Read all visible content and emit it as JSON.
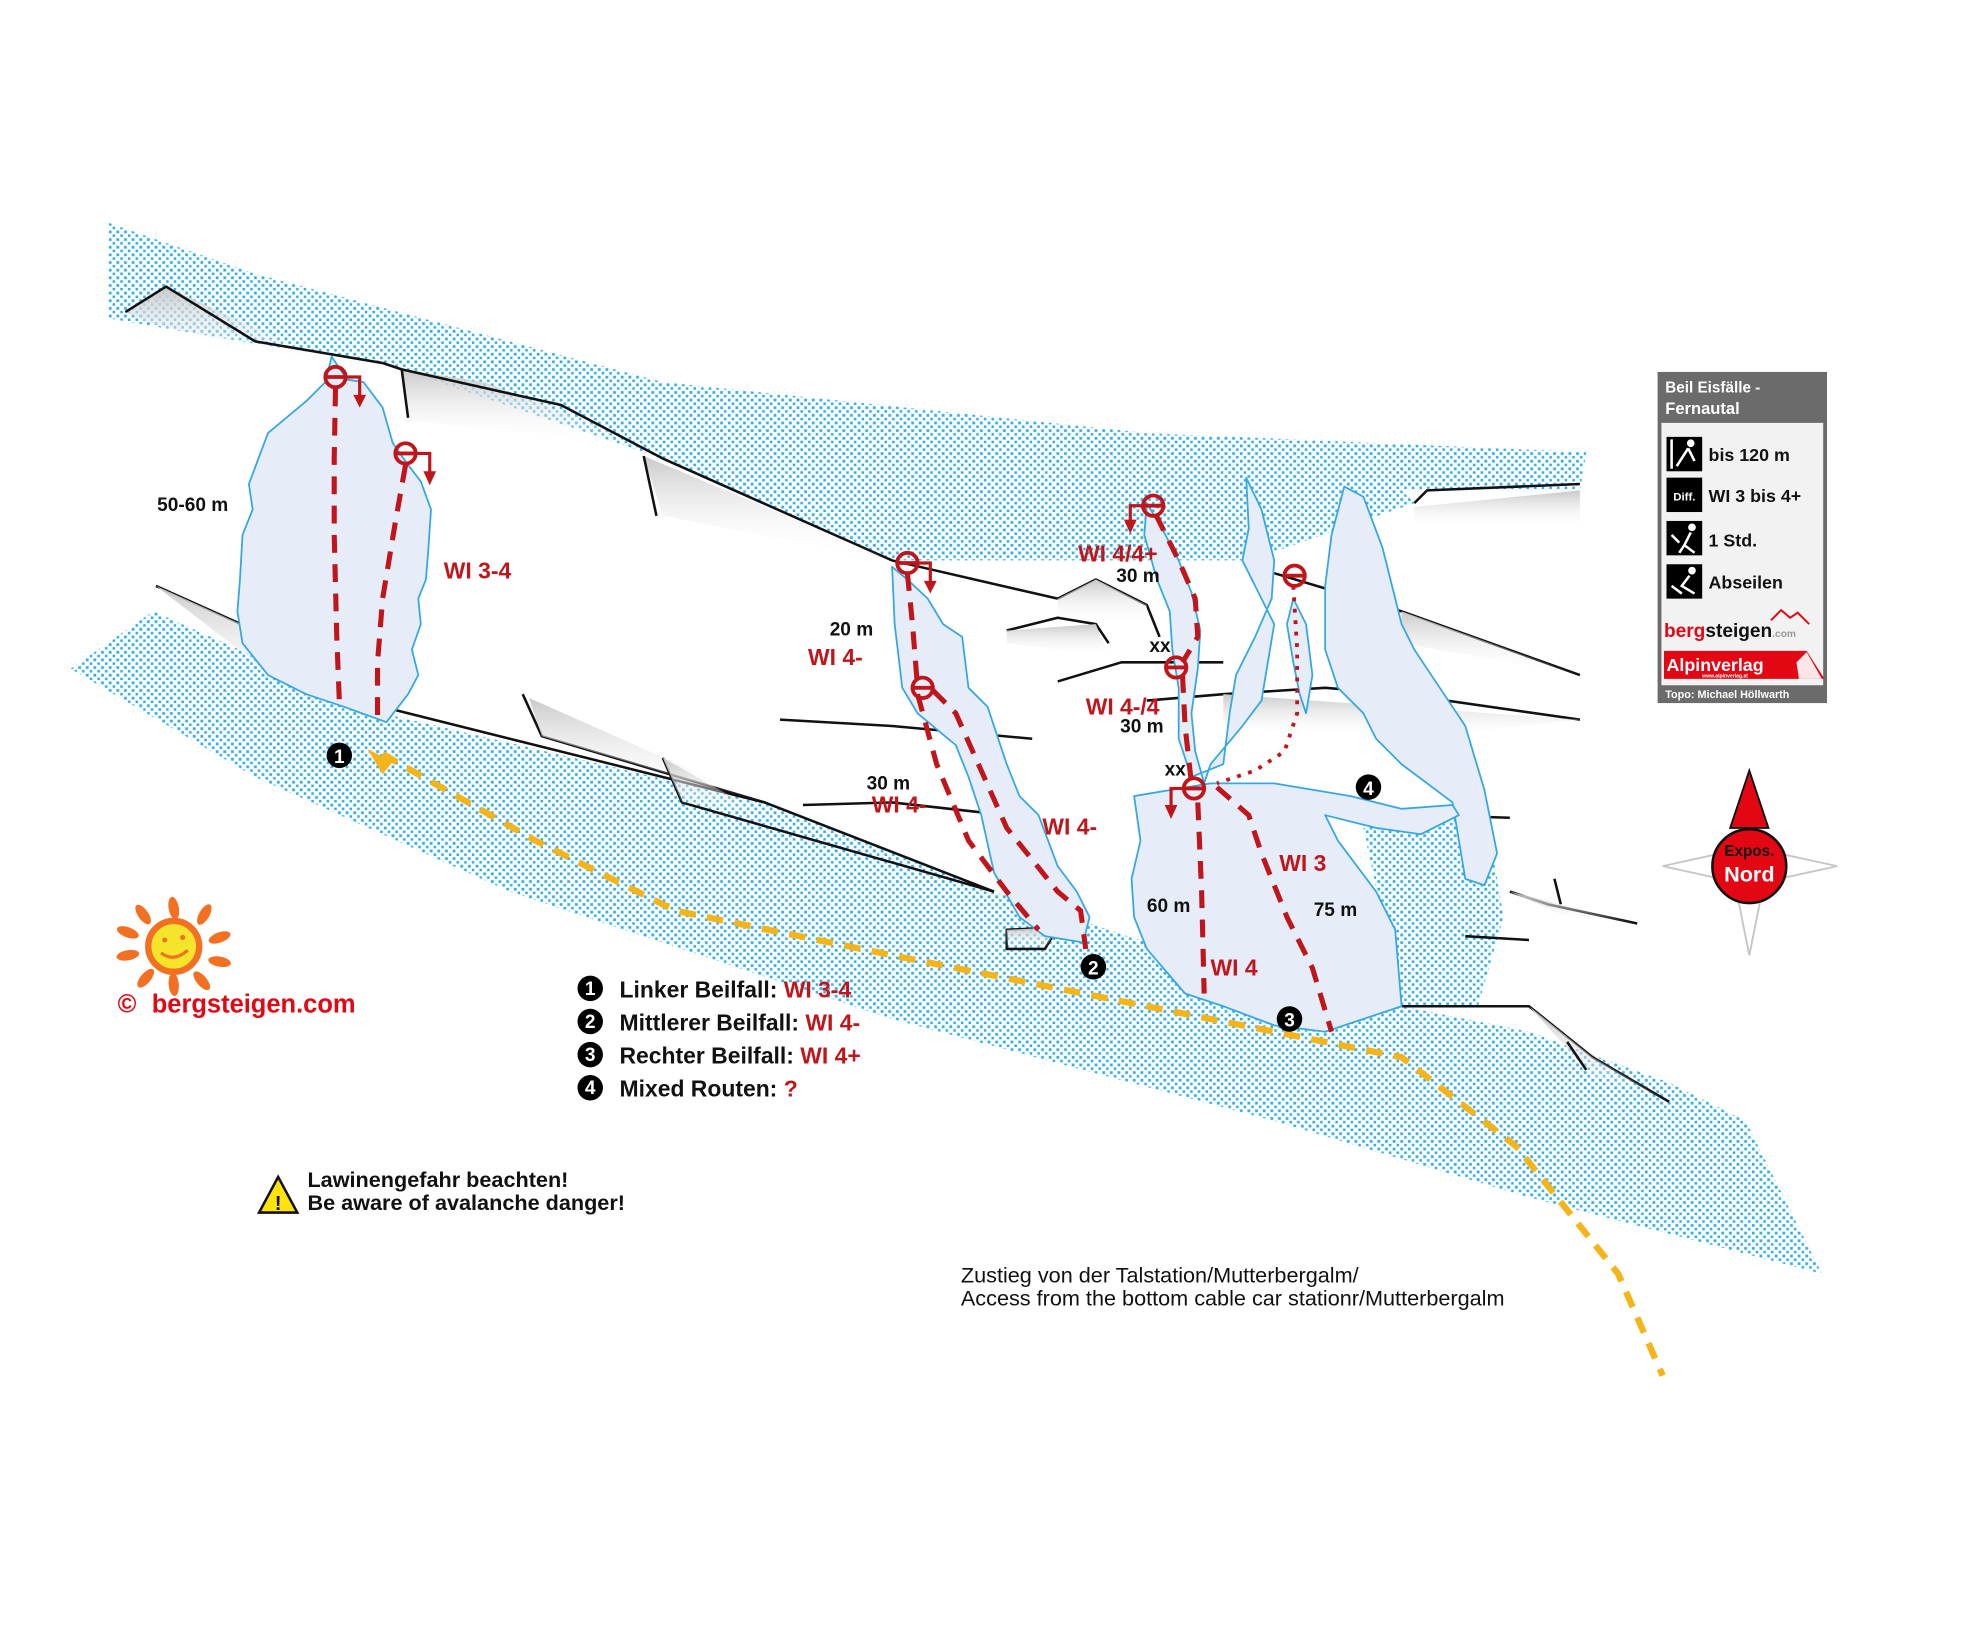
{
  "title": "Beil Eisfälle - Fernautal",
  "infobox": {
    "title_line1": "Beil Eisfälle -",
    "title_line2": "Fernautal",
    "rows": [
      {
        "icon": "climber-icon",
        "text": "bis 120 m"
      },
      {
        "icon": "difficulty-icon",
        "icon_text": "Diff.",
        "text": "WI 3 bis 4+"
      },
      {
        "icon": "approach-hiker-icon",
        "text": "1 Std."
      },
      {
        "icon": "descent-abseil-icon",
        "text": "Abseilen"
      }
    ],
    "brand1_a": "berg",
    "brand1_b": "steigen",
    "brand1_c": ".com",
    "brand2": "Alpinverlag",
    "brand2_sub": "www.alpinverlag.at",
    "credit": "Topo: Michael Höllwarth"
  },
  "compass": {
    "line1": "Expos.",
    "line2": "Nord"
  },
  "logo": {
    "copyright": "©",
    "site": "bergsteigen.com"
  },
  "legend": [
    {
      "num": "1",
      "name": "Linker Beilfall:",
      "grade": "WI 3-4"
    },
    {
      "num": "2",
      "name": "Mittlerer Beilfall:",
      "grade": "WI 4-"
    },
    {
      "num": "3",
      "name": "Rechter Beilfall:",
      "grade": "WI 4+"
    },
    {
      "num": "4",
      "name": "Mixed Routen:",
      "grade": "?"
    }
  ],
  "warning": {
    "line1": "Lawinengefahr beachten!",
    "line2": "Be aware of avalanche danger!"
  },
  "access": {
    "line1": "Zustieg von der Talstation/Mutterbergalm/",
    "line2": "Access from the bottom cable car stationr/Mutterbergalm"
  },
  "routes": {
    "r1": {
      "num": "1",
      "grade": "WI 3-4",
      "length": "50-60 m"
    },
    "r2": {
      "num": "2",
      "grade_top": "WI 4-",
      "length_top": "20 m",
      "grade_left": "WI 4-",
      "length_left": "30 m",
      "grade_right": "WI 4-"
    },
    "center": {
      "grade_top": "WI 4/4+",
      "length_top": "30 m",
      "grade_mid": "WI 4-/4",
      "length_mid": "30 m",
      "marker1": "xx",
      "marker2": "xx"
    },
    "r3": {
      "num": "3",
      "grade_left": "WI 4",
      "length_left": "60 m",
      "grade_right": "WI 3",
      "length_right": "75 m"
    },
    "r4": {
      "num": "4"
    }
  },
  "colors": {
    "route_red": "#c0161b",
    "ice_fill": "#e6edf8",
    "ice_stroke": "#35a8e0",
    "snow_dots": "#2fb0e8",
    "approach_yellow": "#f4b41a",
    "infobox_header": "#6b6b6b"
  }
}
